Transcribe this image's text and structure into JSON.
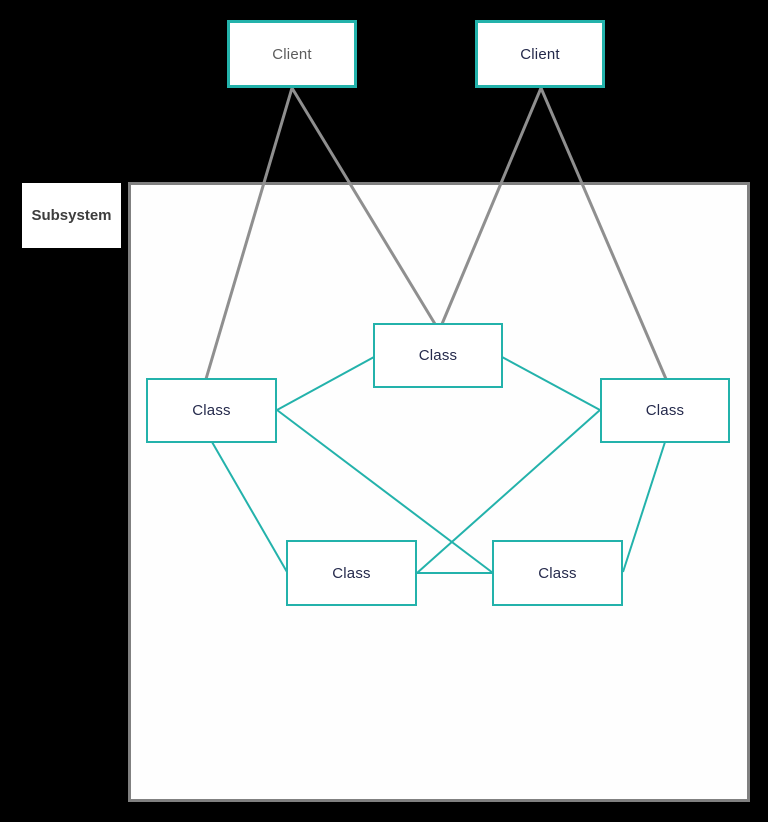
{
  "canvas": {
    "background_color": "#000000"
  },
  "subsystem": {
    "label": "Subsystem",
    "fill": "#fefefe",
    "border_color": "#808080",
    "label_text_color": "#3d3d3d"
  },
  "colors": {
    "teal": "#23b2ab",
    "connector_gray": "#8f8f8f",
    "navy_text": "#252a4c",
    "client1_text": "#5c5c5c",
    "node_fill": "#ffffff"
  },
  "nodes": {
    "client1": {
      "label": "Client",
      "text_color": "#5c5c5c",
      "border_color": "#23b2ab"
    },
    "client2": {
      "label": "Client",
      "text_color": "#23284a",
      "border_color": "#23b2ab"
    },
    "classCenter": {
      "label": "Class",
      "text_color": "#252a4c",
      "border_color": "#23b2ab"
    },
    "classLeft": {
      "label": "Class",
      "text_color": "#252a4c",
      "border_color": "#23b2ab"
    },
    "classRight": {
      "label": "Class",
      "text_color": "#252a4c",
      "border_color": "#23b2ab"
    },
    "classBottomLeft": {
      "label": "Class",
      "text_color": "#252a4c",
      "border_color": "#23b2ab"
    },
    "classBottomRight": {
      "label": "Class",
      "text_color": "#252a4c",
      "border_color": "#23b2ab"
    }
  },
  "edges": [
    {
      "from": "client1",
      "to": "classLeft",
      "color": "#8f8f8f"
    },
    {
      "from": "client1",
      "to": "classCenter",
      "color": "#8f8f8f"
    },
    {
      "from": "client2",
      "to": "classCenter",
      "color": "#8f8f8f"
    },
    {
      "from": "client2",
      "to": "classRight",
      "color": "#8f8f8f"
    },
    {
      "from": "classLeft",
      "to": "classCenter",
      "color": "#23b2ab"
    },
    {
      "from": "classCenter",
      "to": "classRight",
      "color": "#23b2ab"
    },
    {
      "from": "classLeft",
      "to": "classBottomRight",
      "color": "#23b2ab"
    },
    {
      "from": "classRight",
      "to": "classBottomLeft",
      "color": "#23b2ab"
    },
    {
      "from": "classLeft",
      "to": "classBottomLeft",
      "color": "#23b2ab"
    },
    {
      "from": "classRight",
      "to": "classBottomRight",
      "color": "#23b2ab"
    },
    {
      "from": "classBottomLeft",
      "to": "classBottomRight",
      "color": "#23b2ab"
    }
  ]
}
